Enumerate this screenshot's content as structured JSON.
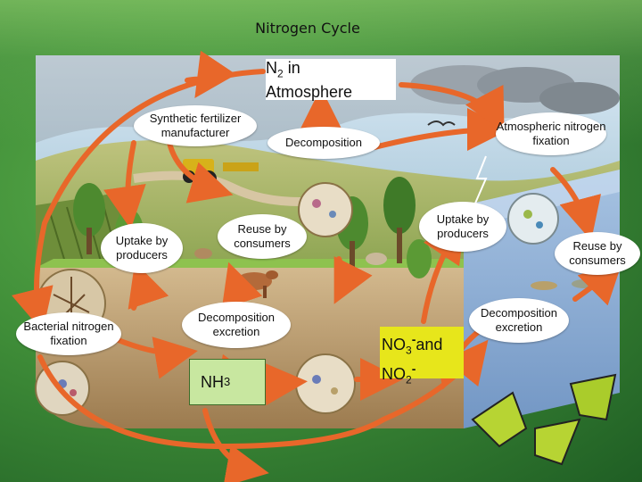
{
  "title": "Nitrogen Cycle",
  "atmosphere_box": {
    "line1_prefix": "N",
    "line1_sub": "2",
    "line1_suffix": " in",
    "line2": "Atmosphere"
  },
  "labels": {
    "synthetic_fertilizer": "Synthetic fertilizer manufacturer",
    "decomposition_top": "Decomposition",
    "atmospheric_fixation": "Atmospheric nitrogen fixation",
    "uptake_left": "Uptake by producers",
    "reuse_left": "Reuse by consumers",
    "uptake_right": "Uptake by producers",
    "reuse_right": "Reuse by consumers",
    "bacterial_fixation": "Bacterial nitrogen fixation",
    "decomp_excretion_left": "Decomposition excretion",
    "decomp_excretion_right": "Decomposition excretion"
  },
  "ammonia": {
    "prefix": "NH",
    "sub": "3"
  },
  "nitrate": {
    "l1_prefix": "NO",
    "l1_sub": "3",
    "l1_sup": "-",
    "l1_suffix": "and",
    "l2_prefix": "NO",
    "l2_sub": "2",
    "l2_sup": "-"
  },
  "colors": {
    "arrow": "#e8672a",
    "arrow_dark": "#b8431a",
    "water": "#8fb1d6",
    "soil": "#b99a6c",
    "grass": "#8ec24f"
  }
}
